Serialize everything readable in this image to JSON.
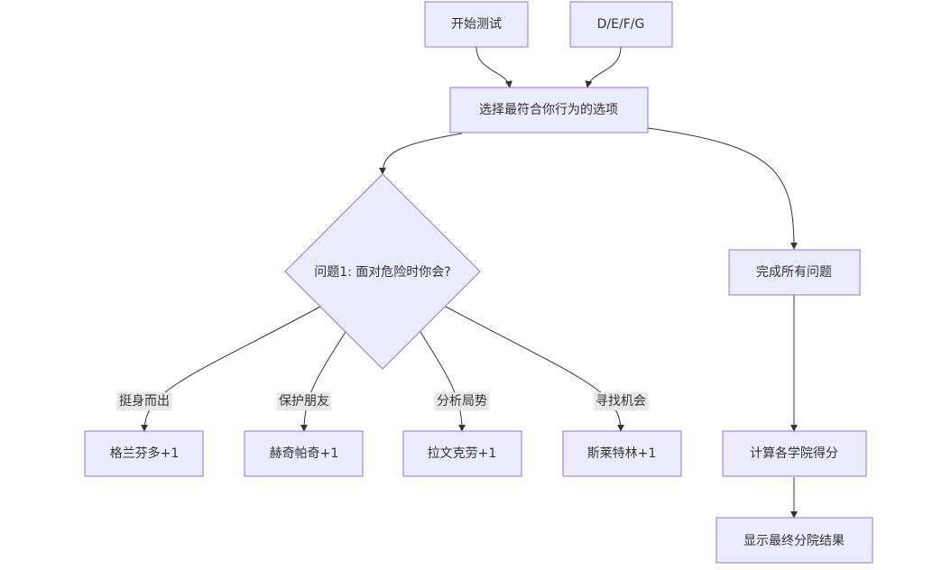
{
  "diagram": {
    "type": "flowchart",
    "colors": {
      "node_fill": "#ececff",
      "node_stroke": "#9370db",
      "edge": "#333333",
      "label_background": "#e8e8e8",
      "text": "#333333"
    },
    "nodes": {
      "start": {
        "label": "开始测试",
        "shape": "rect"
      },
      "options": {
        "label": "D/E/F/G",
        "shape": "rect"
      },
      "choose": {
        "label": "选择最符合你行为的选项",
        "shape": "rect"
      },
      "q1": {
        "label": "问题1: 面对危险时你会?",
        "shape": "diamond"
      },
      "gryffindor": {
        "label": "格兰芬多+1",
        "shape": "rect"
      },
      "hufflepuff": {
        "label": "赫奇帕奇+1",
        "shape": "rect"
      },
      "ravenclaw": {
        "label": "拉文克劳+1",
        "shape": "rect"
      },
      "slytherin": {
        "label": "斯莱特林+1",
        "shape": "rect"
      },
      "complete": {
        "label": "完成所有问题",
        "shape": "rect"
      },
      "compute": {
        "label": "计算各学院得分",
        "shape": "rect"
      },
      "show": {
        "label": "显示最终分院结果",
        "shape": "rect"
      }
    },
    "edges": [
      {
        "from": "start",
        "to": "choose",
        "label": ""
      },
      {
        "from": "options",
        "to": "choose",
        "label": ""
      },
      {
        "from": "choose",
        "to": "q1",
        "label": ""
      },
      {
        "from": "choose",
        "to": "complete",
        "label": ""
      },
      {
        "from": "q1",
        "to": "gryffindor",
        "label": "挺身而出"
      },
      {
        "from": "q1",
        "to": "hufflepuff",
        "label": "保护朋友"
      },
      {
        "from": "q1",
        "to": "ravenclaw",
        "label": "分析局势"
      },
      {
        "from": "q1",
        "to": "slytherin",
        "label": "寻找机会"
      },
      {
        "from": "complete",
        "to": "compute",
        "label": ""
      },
      {
        "from": "compute",
        "to": "show",
        "label": ""
      }
    ]
  }
}
